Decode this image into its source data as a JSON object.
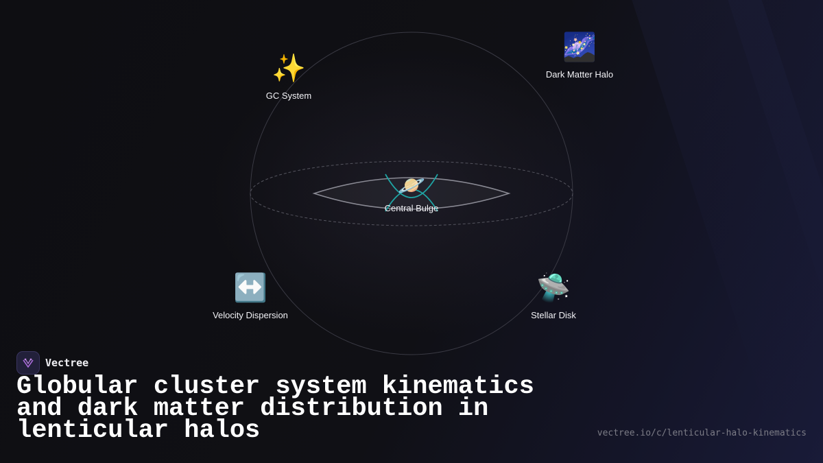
{
  "diagram": {
    "center_node": {
      "label": "Central Bulge",
      "icon": "ringed-planet-icon",
      "glyph": "🪐"
    },
    "nodes": [
      {
        "id": "gc-system",
        "label": "GC System",
        "icon": "sparkles-icon",
        "glyph": "✨"
      },
      {
        "id": "dark-matter-halo",
        "label": "Dark Matter Halo",
        "icon": "milky-way-icon",
        "glyph": "🌌"
      },
      {
        "id": "velocity-dispersion",
        "label": "Velocity Dispersion",
        "icon": "left-right-arrow-icon",
        "glyph": "↔️"
      },
      {
        "id": "stellar-disk",
        "label": "Stellar Disk",
        "icon": "flying-saucer-icon",
        "glyph": "🛸"
      }
    ],
    "colors": {
      "orbit": "#3a3a44",
      "disk": "#8a8a94",
      "arcs": "#1fa5a5"
    }
  },
  "brand": {
    "name": "Vectree",
    "logo_color": "#a86ad8"
  },
  "title": "Globular cluster system kinematics and dark matter distribution in lenticular halos",
  "url": "vectree.io/c/lenticular-halo-kinematics"
}
